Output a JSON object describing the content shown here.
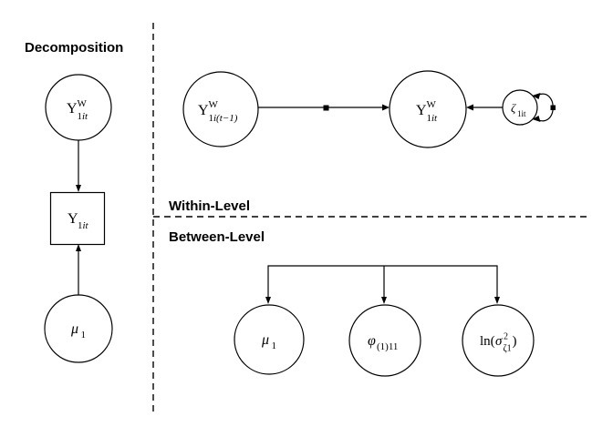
{
  "headers": {
    "decomposition": "Decomposition",
    "within_level": "Within-Level",
    "between_level": "Between-Level"
  },
  "decomposition": {
    "latent_within": {
      "base": "Y",
      "sup": "W",
      "sub_num": "1",
      "sub_it": "it"
    },
    "observed": {
      "base": "Y",
      "sub_num": "1",
      "sub_it": "it"
    },
    "mean": {
      "base": "μ",
      "sub": "1"
    }
  },
  "within": {
    "lagged": {
      "base": "Y",
      "sup": "W",
      "sub_num": "1",
      "sub_it": "i(t−1)"
    },
    "current": {
      "base": "Y",
      "sup": "W",
      "sub_num": "1",
      "sub_it": "it"
    },
    "innovation": {
      "base": "ζ",
      "sub": "1it"
    }
  },
  "between": {
    "mean": {
      "base": "μ",
      "sub": "1"
    },
    "autoregression": {
      "base": "φ",
      "sub": "(1)11"
    },
    "log_variance": {
      "pre": "ln(",
      "base": "σ",
      "sup": "2",
      "sub": "ζ1",
      "post": ")"
    }
  },
  "colors": {
    "line": "#000000",
    "background": "#ffffff"
  }
}
